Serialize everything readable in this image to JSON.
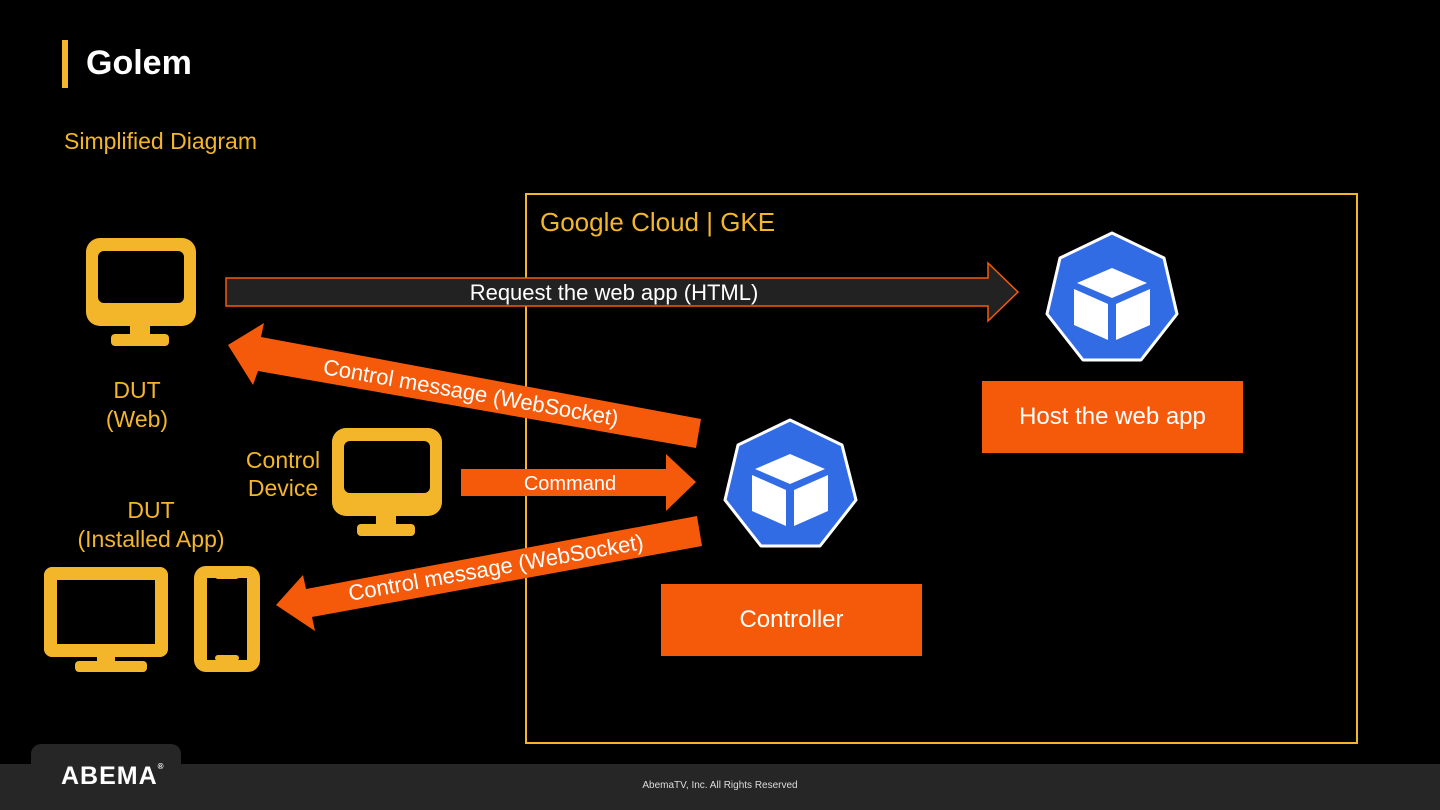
{
  "slide": {
    "title": "Golem",
    "subtitle": "Simplified Diagram"
  },
  "cloud": {
    "label": "Google Cloud | GKE"
  },
  "devices": {
    "dut_web": {
      "line1": "DUT",
      "line2": "(Web)"
    },
    "control_device": {
      "line1": "Control",
      "line2": "Device"
    },
    "dut_installed": {
      "line1": "DUT",
      "line2": "(Installed App)"
    }
  },
  "boxes": {
    "host": "Host the web app",
    "controller": "Controller"
  },
  "arrows": {
    "request": "Request the web app (HTML)",
    "control_web": "Control message (WebSocket)",
    "command": "Command",
    "control_installed": "Control message (WebSocket)"
  },
  "footer": {
    "logo": "ABEMA",
    "copyright": "AbemaTV, Inc. All Rights Reserved"
  },
  "colors": {
    "accent_yellow": "#f3b62b",
    "accent_orange": "#f55a0a",
    "k8s_blue": "#326ce5",
    "background": "#000000"
  }
}
